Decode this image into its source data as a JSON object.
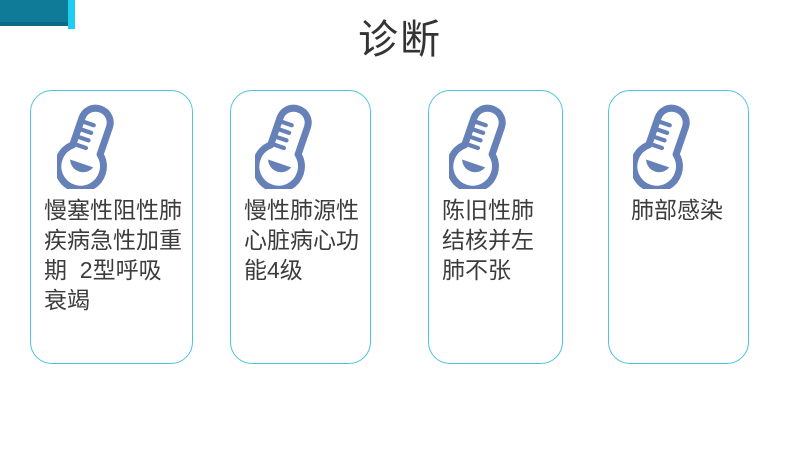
{
  "slide": {
    "title": "诊断",
    "accent_color": "#0f7b99",
    "accent_edge_color": "#1fcdf0",
    "card_border_color": "#4fc3dd",
    "icon_color": "#6680b8",
    "text_color": "#3c3c3c",
    "background_color": "#ffffff"
  },
  "cards": [
    {
      "icon": "thermometer-icon",
      "text": "慢塞性阻性肺疾病急性加重期  2型呼吸衰竭"
    },
    {
      "icon": "thermometer-icon",
      "text": "慢性肺源性心脏病心功能4级"
    },
    {
      "icon": "thermometer-icon",
      "text": "陈旧性肺结核并左肺不张"
    },
    {
      "icon": "thermometer-icon",
      "text": "肺部感染"
    }
  ]
}
